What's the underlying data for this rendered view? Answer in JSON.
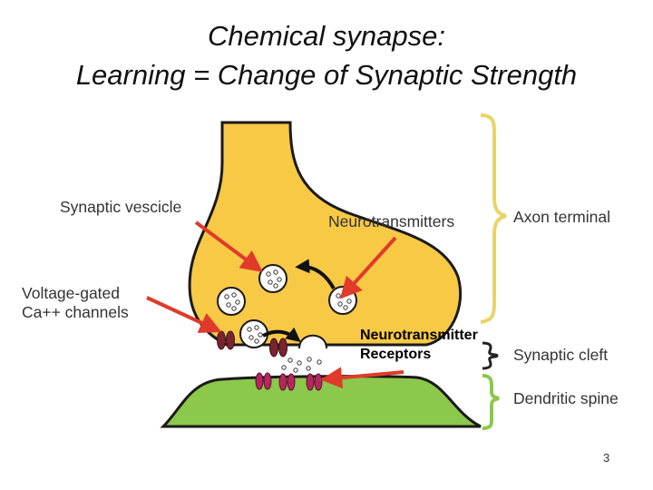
{
  "title": {
    "line1": "Chemical synapse:",
    "line2": "Learning = Change of Synaptic Strength"
  },
  "labels": {
    "synaptic_vesicle": "Synaptic vescicle",
    "neurotransmitters": "Neurotransmitters",
    "axon_terminal": "Axon terminal",
    "voltage_gated_1": "Voltage-gated",
    "voltage_gated_2": "Ca++ channels",
    "nt_receptors_1": "Neurotransmitter",
    "nt_receptors_2": "Receptors",
    "synaptic_cleft": "Synaptic cleft",
    "dendritic_spine": "Dendritic spine"
  },
  "page_number": "3",
  "colors": {
    "axon_fill": "#f7c945",
    "dendrite_fill": "#8cc84b",
    "arrow": "#e03a2a",
    "brace": "#e8d46a",
    "channel": "#7a2430",
    "receptor": "#b5285e"
  }
}
